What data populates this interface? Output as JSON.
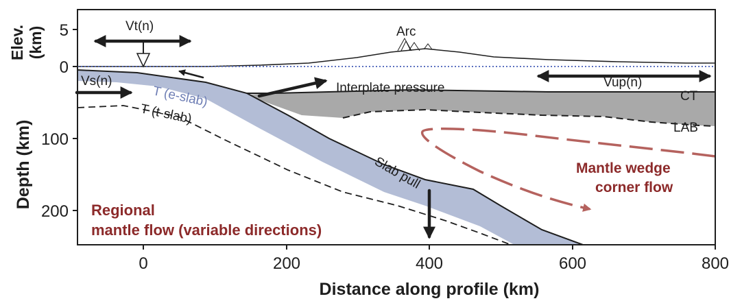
{
  "axes": {
    "x_label": "Distance along profile (km)",
    "y_label_depth": "Depth (km)",
    "y_label_elev": "Elev.",
    "y_label_elev_unit": "(km)",
    "x_ticks": [
      "0",
      "200",
      "400",
      "600",
      "800"
    ],
    "depth_ticks": [
      "100",
      "200"
    ],
    "elev_ticks": [
      "5",
      "0"
    ]
  },
  "labels": {
    "vt": "Vt(n)",
    "vs": "Vs(n)",
    "vup": "Vup(n)",
    "arc": "Arc",
    "interplate": "Interplate pressure",
    "ct": "CT",
    "lab": "LAB",
    "t_eslab": "T (e-slab)",
    "t_tslab": "T (t-slab)",
    "slab_pull": "Slab pull",
    "mantle_wedge_1": "Mantle wedge",
    "mantle_wedge_2": "corner flow",
    "regional_1": "Regional",
    "regional_2": "mantle flow (variable directions)"
  },
  "colors": {
    "slab": "#b3bdd6",
    "lithosphere": "#a9a9a9",
    "flow": "#b5625e",
    "text_red": "#8c2a2a",
    "t_eslab_text": "#6f7fb5",
    "sea_level": "#5a6fbf"
  }
}
